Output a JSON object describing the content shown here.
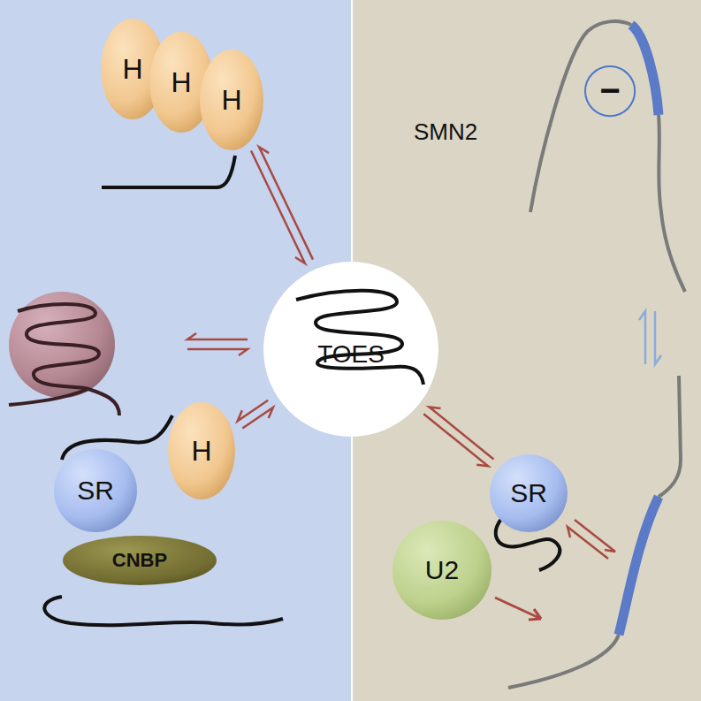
{
  "diagram": {
    "nodes": [
      {
        "text": [
          "H"
        ]
      },
      {
        "text": [
          "H"
        ]
      },
      {
        "text": [
          "H"
        ]
      },
      {
        "text": [
          "−"
        ]
      },
      {
        "text": [
          "TOES"
        ]
      },
      {
        "text": [
          "SR"
        ]
      },
      {
        "text": [
          "H"
        ]
      },
      {
        "text": [
          "CNBP"
        ]
      },
      {
        "text": [
          "SR"
        ]
      },
      {
        "text": [
          "U2"
        ]
      }
    ],
    "edges": [
      {
        "from": 2,
        "to": 4,
        "arrow": "both"
      },
      {
        "from": 6,
        "to": 4,
        "arrow": "both"
      },
      {
        "from": 4,
        "to": 8,
        "arrow": "both"
      }
    ],
    "labels": [
      "SMN2"
    ]
  }
}
